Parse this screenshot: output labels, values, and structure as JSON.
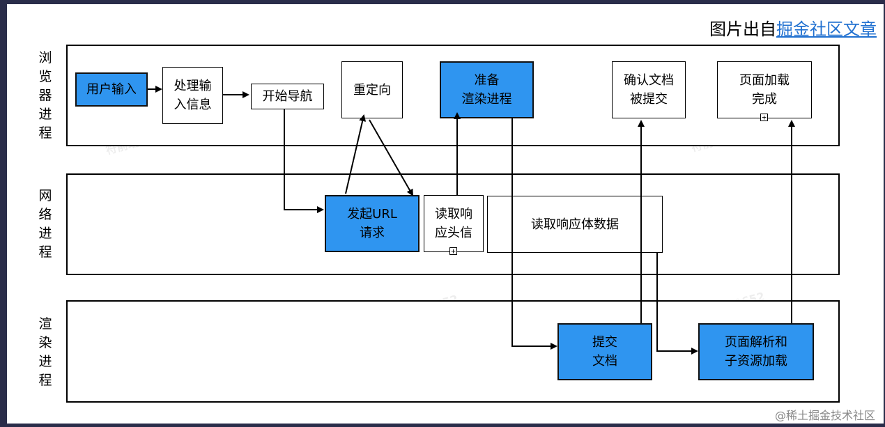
{
  "header": {
    "title_prefix": "图片出自",
    "title_link": "掘金社区文章"
  },
  "watermark": "符前端 9652",
  "lanes": [
    {
      "id": "browser",
      "label": "浏\n览\n器\n进\n程"
    },
    {
      "id": "network",
      "label": "网\n络\n进\n程"
    },
    {
      "id": "renderer",
      "label": "渲\n染\n进\n程"
    }
  ],
  "steps": {
    "user_input": "用户输入",
    "process_input": "处理输\n入信息",
    "start_nav": "开始导航",
    "redirect": "重定向",
    "prepare_renderer": "准备\n渲染进程",
    "confirm_doc": "确认文档\n被提交",
    "page_load_done": "页面加载\n完成",
    "send_url_request": "发起URL\n请求",
    "read_resp_header": "读取响\n应头信",
    "read_resp_body": "读取响应体数据",
    "commit_doc": "提交\n文档",
    "parse_page": "页面解析和\n子资源加载"
  },
  "colors": {
    "highlight": "#2f95f0",
    "background": "#2a2d4a",
    "link": "#2070d0"
  },
  "footer": "@稀土掘金技术社区"
}
